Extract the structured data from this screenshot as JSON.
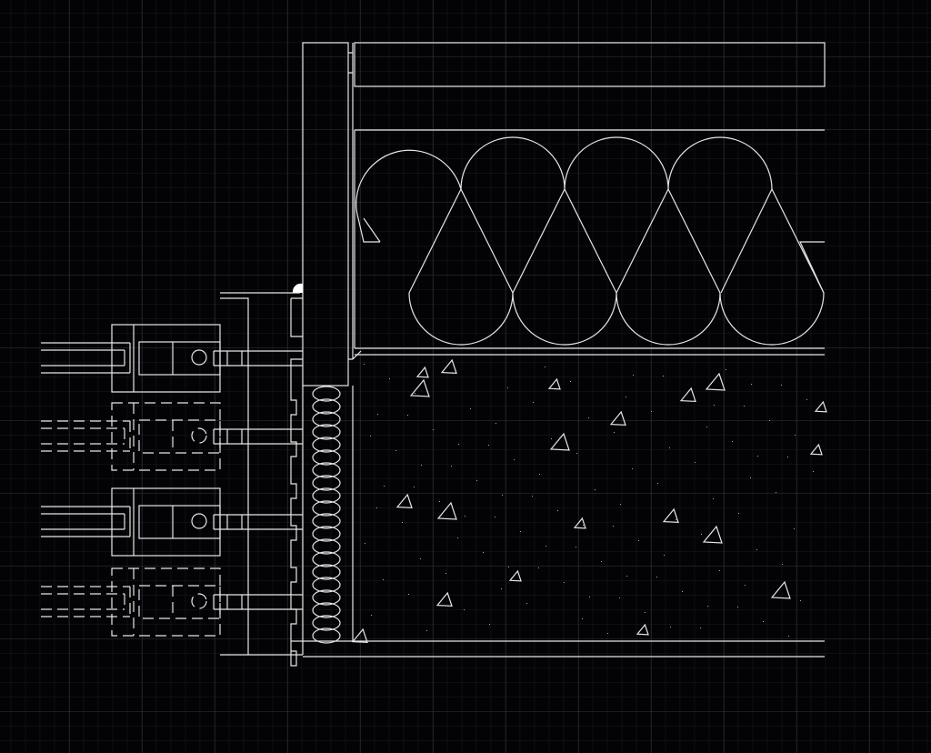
{
  "canvas": {
    "background_color": "#030305",
    "grid_minor_color": "#1a1b24",
    "grid_major_color": "#2a2c3a",
    "line_color": "#e6e6e6"
  },
  "drawing": {
    "anchor_assemblies": [
      {
        "style": "solid"
      },
      {
        "style": "dashed"
      },
      {
        "style": "solid"
      },
      {
        "style": "dashed"
      }
    ]
  }
}
